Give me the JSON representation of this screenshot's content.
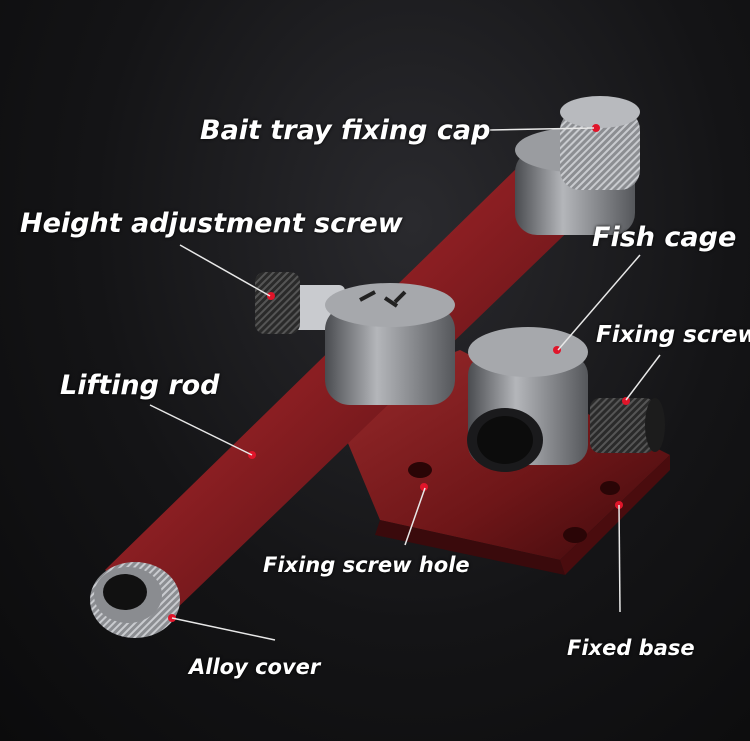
{
  "labels": {
    "bait_tray_fixing_cap": "Bait tray fixing cap",
    "height_adjustment_screw": "Height adjustment screw",
    "fish_cage": "Fish cage",
    "fixing_screw": "Fixing screw",
    "lifting_rod": "Lifting rod",
    "fixing_screw_hole": "Fixing screw hole",
    "alloy_cover": "Alloy cover",
    "fixed_base": "Fixed base"
  },
  "colors": {
    "rod": "#8a1e22",
    "base": "#7a1a1c",
    "metal": "#8f9196",
    "knob": "#1a1a1a",
    "marker": "#e0152a",
    "text": "#ffffff"
  }
}
